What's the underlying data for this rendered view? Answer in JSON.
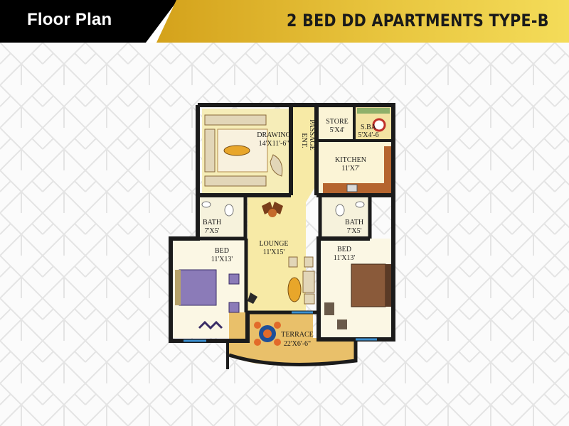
{
  "header": {
    "title": "Floor Plan",
    "apartment_type": "2 BED DD APARTMENTS TYPE-B"
  },
  "colors": {
    "banner_dark": "#000000",
    "banner_gold": "#e3b830",
    "wall": "#1b1b1b",
    "floor": "#f8efb4",
    "terrace_floor": "#e9c06a",
    "pattern_line": "#e4e4e4"
  },
  "rooms": {
    "drawing": {
      "name": "DRAWING",
      "size": "14'X11'-6\""
    },
    "passage": {
      "name_a": "ENT.",
      "name_b": "PASSAGE"
    },
    "store": {
      "name": "STORE",
      "size": "5'X4'"
    },
    "servant_bath": {
      "name": "S.BA",
      "size": "5'X4'-6"
    },
    "kitchen": {
      "name": "KITCHEN",
      "size": "11'X7'"
    },
    "bath_left": {
      "name": "BATH",
      "size": "7'X5'"
    },
    "bath_right": {
      "name": "BATH",
      "size": "7'X5'"
    },
    "lounge": {
      "name": "LOUNGE",
      "size": "11'X15'"
    },
    "bed_left": {
      "name": "BED",
      "size": "11'X13'"
    },
    "bed_right": {
      "name": "BED",
      "size": "11'X13'"
    },
    "terrace": {
      "name": "TERRACE",
      "size": "22'X6'-6\""
    }
  }
}
